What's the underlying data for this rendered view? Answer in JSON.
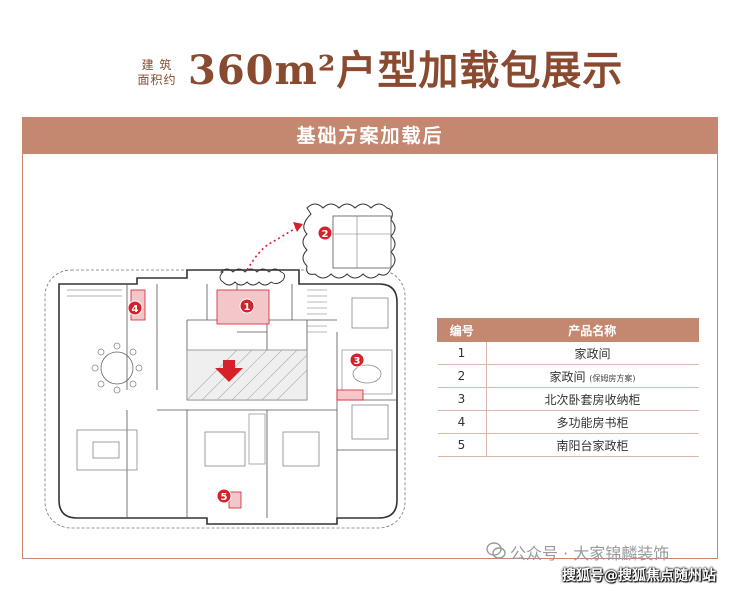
{
  "heading": {
    "area_label_line1": "建 筑",
    "area_label_line2": "面积约",
    "title": "360m²户型加载包展示"
  },
  "banner": {
    "title": "基础方案加载后"
  },
  "legend_table": {
    "headers": [
      "编号",
      "产品名称"
    ],
    "rows": [
      {
        "num": "1",
        "name": "家政间",
        "note": ""
      },
      {
        "num": "2",
        "name": "家政间",
        "note": "(保姆房方案)"
      },
      {
        "num": "3",
        "name": "北次卧套房收纳柜",
        "note": ""
      },
      {
        "num": "4",
        "name": "多功能房书柜",
        "note": ""
      },
      {
        "num": "5",
        "name": "南阳台家政柜",
        "note": ""
      }
    ]
  },
  "plan_markers": [
    "1",
    "2",
    "3",
    "4",
    "5"
  ],
  "watermark": {
    "line1": "公众号 · 大家锦麟装饰",
    "line2": "搜狐号@搜狐焦点随州站"
  },
  "colors": {
    "accent": "#c4876f",
    "title": "#8a4a2f",
    "marker_red": "#d6202a",
    "highlight_pink": "#f3c6c9"
  }
}
